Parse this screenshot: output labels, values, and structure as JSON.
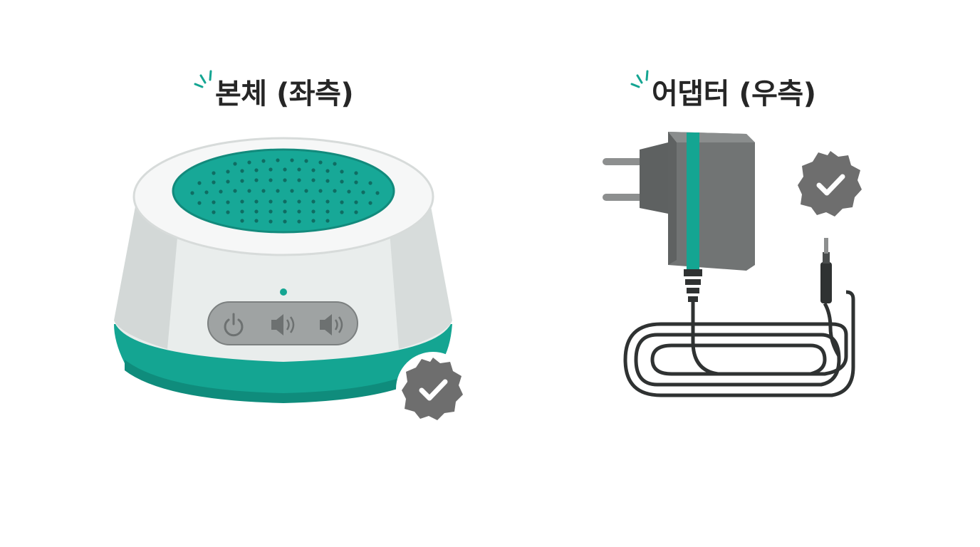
{
  "left": {
    "title": "본체 (좌측)",
    "illustration": "speaker-device",
    "badge_icon": "check-badge-icon"
  },
  "right": {
    "title": "어댑터 (우측)",
    "illustration": "power-adapter",
    "badge_icon": "check-badge-icon"
  },
  "colors": {
    "accent": "#14a592",
    "badge": "#6e6e6e",
    "device_body": "#e8ecec",
    "adapter": "#707372",
    "text": "#262626"
  }
}
